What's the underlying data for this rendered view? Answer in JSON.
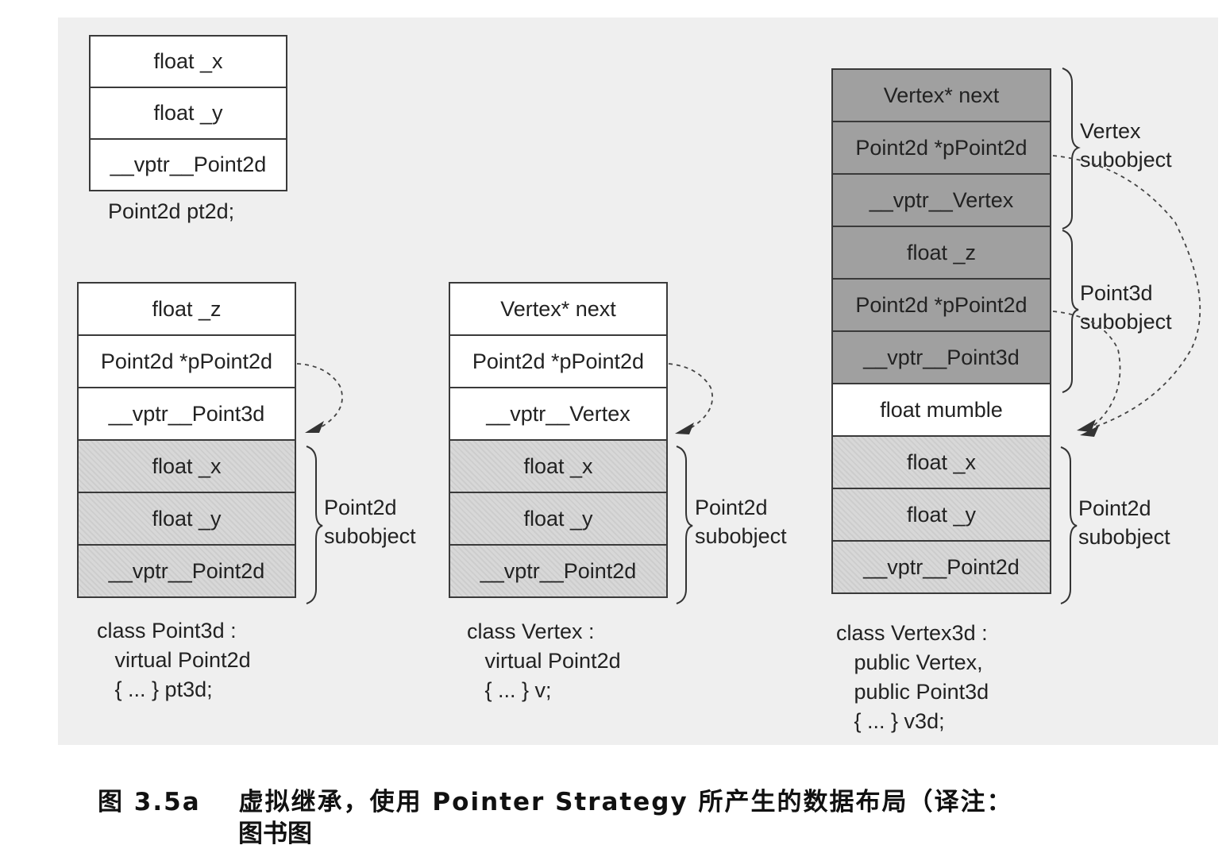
{
  "point2d": {
    "fields": [
      "float _x",
      "float _y",
      "__vptr__Point2d"
    ],
    "label": "Point2d pt2d;"
  },
  "point3d": {
    "fields": [
      "float _z",
      "Point2d *pPoint2d",
      "__vptr__Point3d",
      "float _x",
      "float _y",
      "__vptr__Point2d"
    ],
    "brace_label": "Point2d\nsubobject",
    "label": "class Point3d :\n   virtual Point2d\n   { ... } pt3d;"
  },
  "vertex": {
    "fields": [
      "Vertex* next",
      "Point2d *pPoint2d",
      "__vptr__Vertex",
      "float _x",
      "float _y",
      "__vptr__Point2d"
    ],
    "brace_label": "Point2d\nsubobject",
    "label": "class Vertex :\n   virtual Point2d\n   { ... } v;"
  },
  "vertex3d": {
    "fields": [
      "Vertex* next",
      "Point2d *pPoint2d",
      "__vptr__Vertex",
      "float _z",
      "Point2d *pPoint2d",
      "__vptr__Point3d",
      "float mumble",
      "float _x",
      "float _y",
      "__vptr__Point2d"
    ],
    "brace_vertex": "Vertex\nsubobject",
    "brace_point3d": "Point3d\nsubobject",
    "brace_point2d": "Point2d\nsubobject",
    "label": "class Vertex3d :\n   public Vertex,\n   public Point3d\n   { ... } v3d;"
  },
  "caption": {
    "number": "图 3.5a",
    "text": "虚拟继承，使用 Pointer Strategy 所产生的数据布局（译注：",
    "line2": "图书图"
  }
}
